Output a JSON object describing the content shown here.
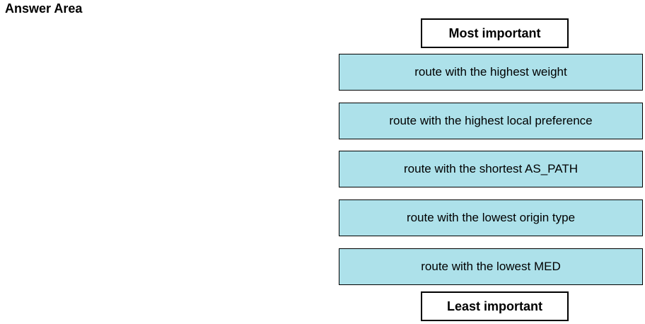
{
  "answer_area": {
    "title": "Answer Area"
  },
  "order_labels": {
    "top": "Most important",
    "bottom": "Least important"
  },
  "items": [
    {
      "label": "route with the highest weight"
    },
    {
      "label": "route with the highest local preference"
    },
    {
      "label": "route with the shortest AS_PATH"
    },
    {
      "label": "route with the lowest origin type"
    },
    {
      "label": "route with the lowest MED"
    }
  ],
  "colors": {
    "item_background": "#ade1ea",
    "border": "#000000"
  }
}
